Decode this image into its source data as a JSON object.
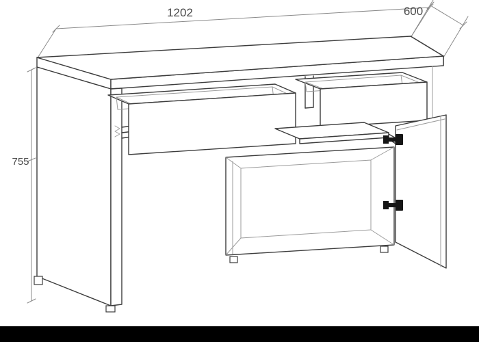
{
  "diagram": {
    "subject": "desk technical line drawing",
    "view": "perspective front view with two open drawers, pull-out keyboard tray and open hinged cabinet door",
    "dimension_labels": {
      "width": "1202",
      "depth": "600",
      "height": "755"
    },
    "colors": {
      "background": "#ffffff",
      "line_primary": "#3c3c3c",
      "line_secondary": "#9b9b9b",
      "dimension_line": "#8a8a8a",
      "label_text": "#4a4a4a",
      "hinge_fill": "#161616",
      "footer_bar": "#000000"
    }
  }
}
